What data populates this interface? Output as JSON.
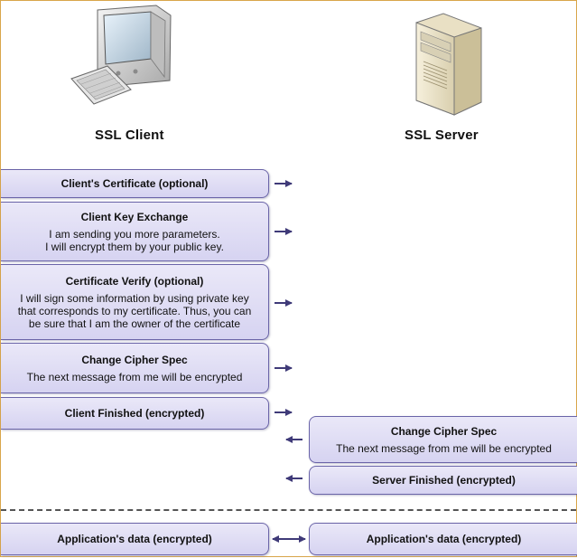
{
  "client_label": "SSL Client",
  "server_label": "SSL Server",
  "client_messages": [
    {
      "title": "Client's Certificate (optional)",
      "body": []
    },
    {
      "title": "Client Key Exchange",
      "body": [
        "I am sending you more parameters.",
        "I will encrypt them by your public key."
      ]
    },
    {
      "title": "Certificate Verify (optional)",
      "body": [
        "I will sign some information by using private key",
        "that corresponds to my certificate. Thus, you can",
        "be sure that I am the owner of the certificate"
      ]
    },
    {
      "title": "Change Cipher Spec",
      "body": [
        "The next message from me will be encrypted"
      ]
    },
    {
      "title": "Client Finished (encrypted)",
      "body": []
    }
  ],
  "server_messages": [
    {
      "title": "Change Cipher Spec",
      "body": [
        "The next message from me will be encrypted"
      ]
    },
    {
      "title": "Server Finished (encrypted)",
      "body": []
    }
  ],
  "app_data": {
    "client": "Application's data (encrypted)",
    "server": "Application's data (encrypted)"
  },
  "colors": {
    "box_fill": "#dcd9f3",
    "box_border": "#6a64a8",
    "arrow": "#3f3a78"
  },
  "icons": {
    "client": "desktop-computer-icon",
    "server": "server-tower-icon"
  }
}
